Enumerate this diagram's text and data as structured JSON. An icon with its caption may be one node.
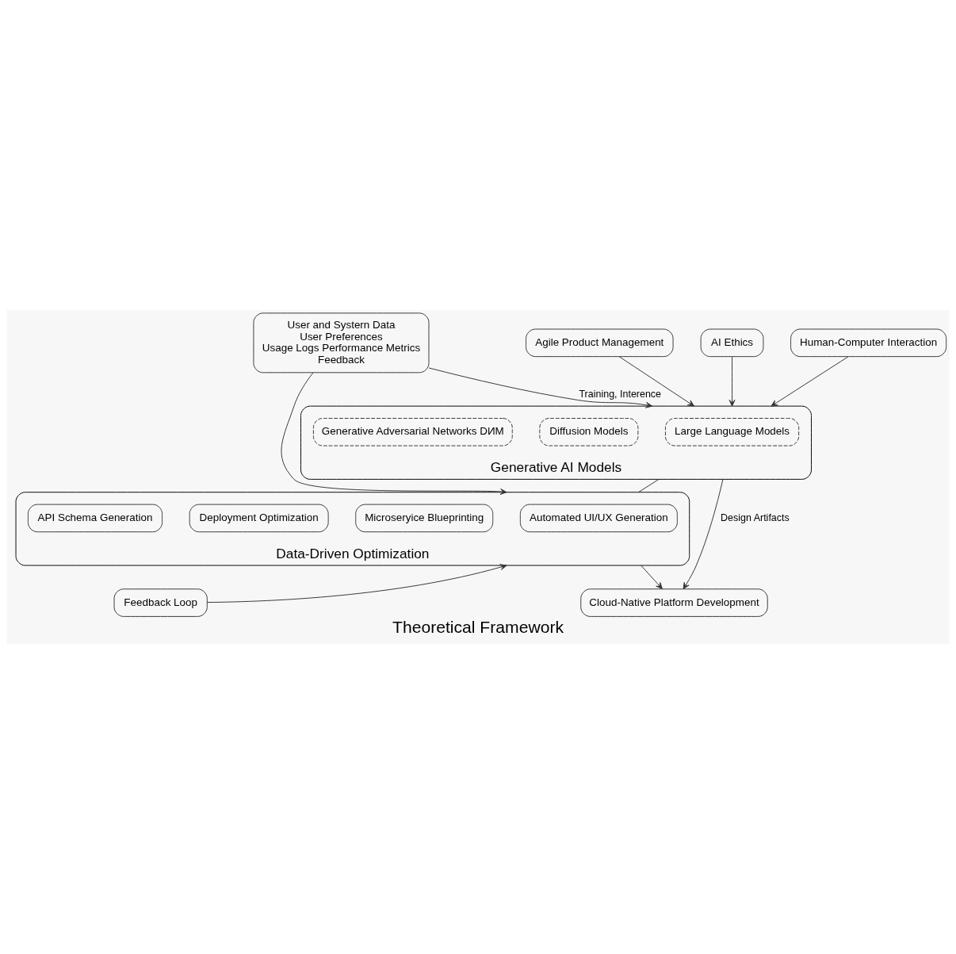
{
  "diagram": {
    "caption": "Theoretical Framework",
    "nodes": [
      {
        "text": [
          "Human-Computer Interaction"
        ]
      },
      {
        "text": [
          "Agile Product Management"
        ]
      },
      {
        "text": [
          "AI Ethics"
        ]
      },
      {
        "text": [
          "Generative AI Models"
        ]
      },
      {
        "text": [
          "Large Language Models"
        ],
        "in": 3
      },
      {
        "text": [
          "Diffusion Models"
        ],
        "in": 3
      },
      {
        "text": [
          "Generative Adversarial Networks DИM"
        ],
        "in": 3
      },
      {
        "text": [
          "User and Systern Data",
          "User Preferences",
          "Usage Logs Performance Metrics",
          "Feedback"
        ]
      },
      {
        "text": [
          "Data-Driven Optimization"
        ]
      },
      {
        "text": [
          "Automated UI/UX Generation"
        ],
        "in": 8
      },
      {
        "text": [
          "Microseryice Blueprinting"
        ],
        "in": 8
      },
      {
        "text": [
          "API Schema Generation"
        ],
        "in": 8
      },
      {
        "text": [
          "Deployment Optimization"
        ],
        "in": 8
      },
      {
        "text": [
          "Cloud-Native Platform Development"
        ]
      },
      {
        "text": [
          "Feedback Loop"
        ]
      }
    ],
    "edges": [
      {
        "from": 0,
        "to": 3,
        "arrow": "to"
      },
      {
        "from": 1,
        "to": 3,
        "arrow": "to"
      },
      {
        "from": 2,
        "to": 3,
        "arrow": "to"
      },
      {
        "from": 3,
        "to": 8,
        "arrow": "none"
      },
      {
        "from": 7,
        "to": 3,
        "arrow": "to",
        "label": "Training, Interence"
      },
      {
        "from": 3,
        "to": 13,
        "arrow": "to",
        "label": "Design Artifacts"
      },
      {
        "from": 7,
        "to": 8,
        "arrow": "to"
      },
      {
        "from": 8,
        "to": 13,
        "arrow": "to"
      },
      {
        "from": 14,
        "to": 8,
        "arrow": "to"
      }
    ]
  }
}
